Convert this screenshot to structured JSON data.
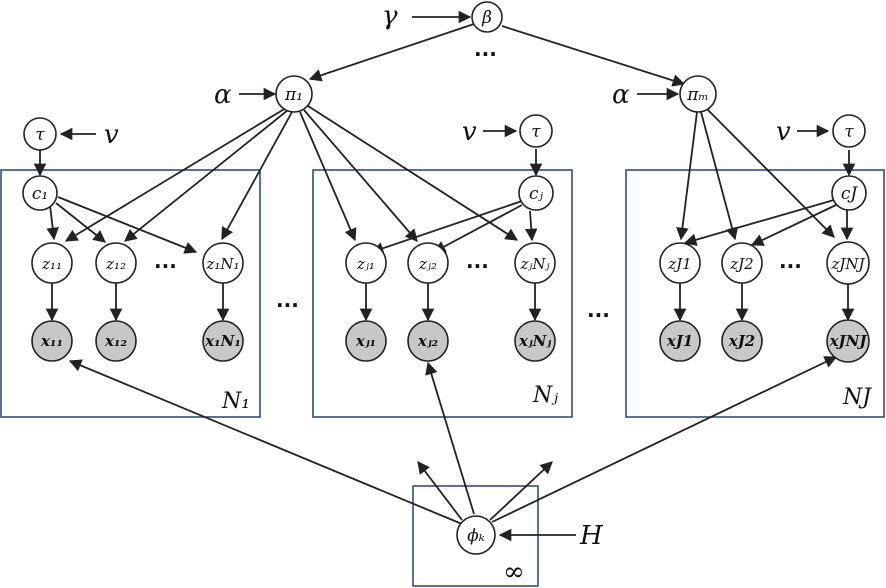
{
  "labels": {
    "gamma": "γ",
    "beta": "β",
    "alpha1": "α",
    "pi1": "π₁",
    "alpham": "α",
    "pim": "πₘ",
    "ellipsis_top": "...",
    "ellipsis_mid1": "...",
    "ellipsis_mid2": "...",
    "phi": "ϕₖ",
    "H": "H",
    "infinity": "∞"
  },
  "groups": [
    {
      "v": "v",
      "tau": "τ",
      "c": "c₁",
      "plate": "N₁",
      "z": [
        "z₁₁",
        "z₁₂",
        "z₁N₁"
      ],
      "x": [
        "x₁₁",
        "x₁₂",
        "x₁N₁"
      ],
      "dots": "..."
    },
    {
      "v": "v",
      "tau": "τ",
      "c": "cⱼ",
      "plate": "Nⱼ",
      "z": [
        "zⱼ₁",
        "zⱼ₂",
        "zⱼNⱼ"
      ],
      "x": [
        "xⱼ₁",
        "xⱼ₂",
        "xⱼNⱼ"
      ],
      "dots": "..."
    },
    {
      "v": "v",
      "tau": "τ",
      "c": "cJ",
      "plate": "NJ",
      "z": [
        "zJ1",
        "zJ2",
        "zJNJ"
      ],
      "x": [
        "xJ1",
        "xJ2",
        "xJNJ"
      ],
      "dots": "..."
    }
  ]
}
